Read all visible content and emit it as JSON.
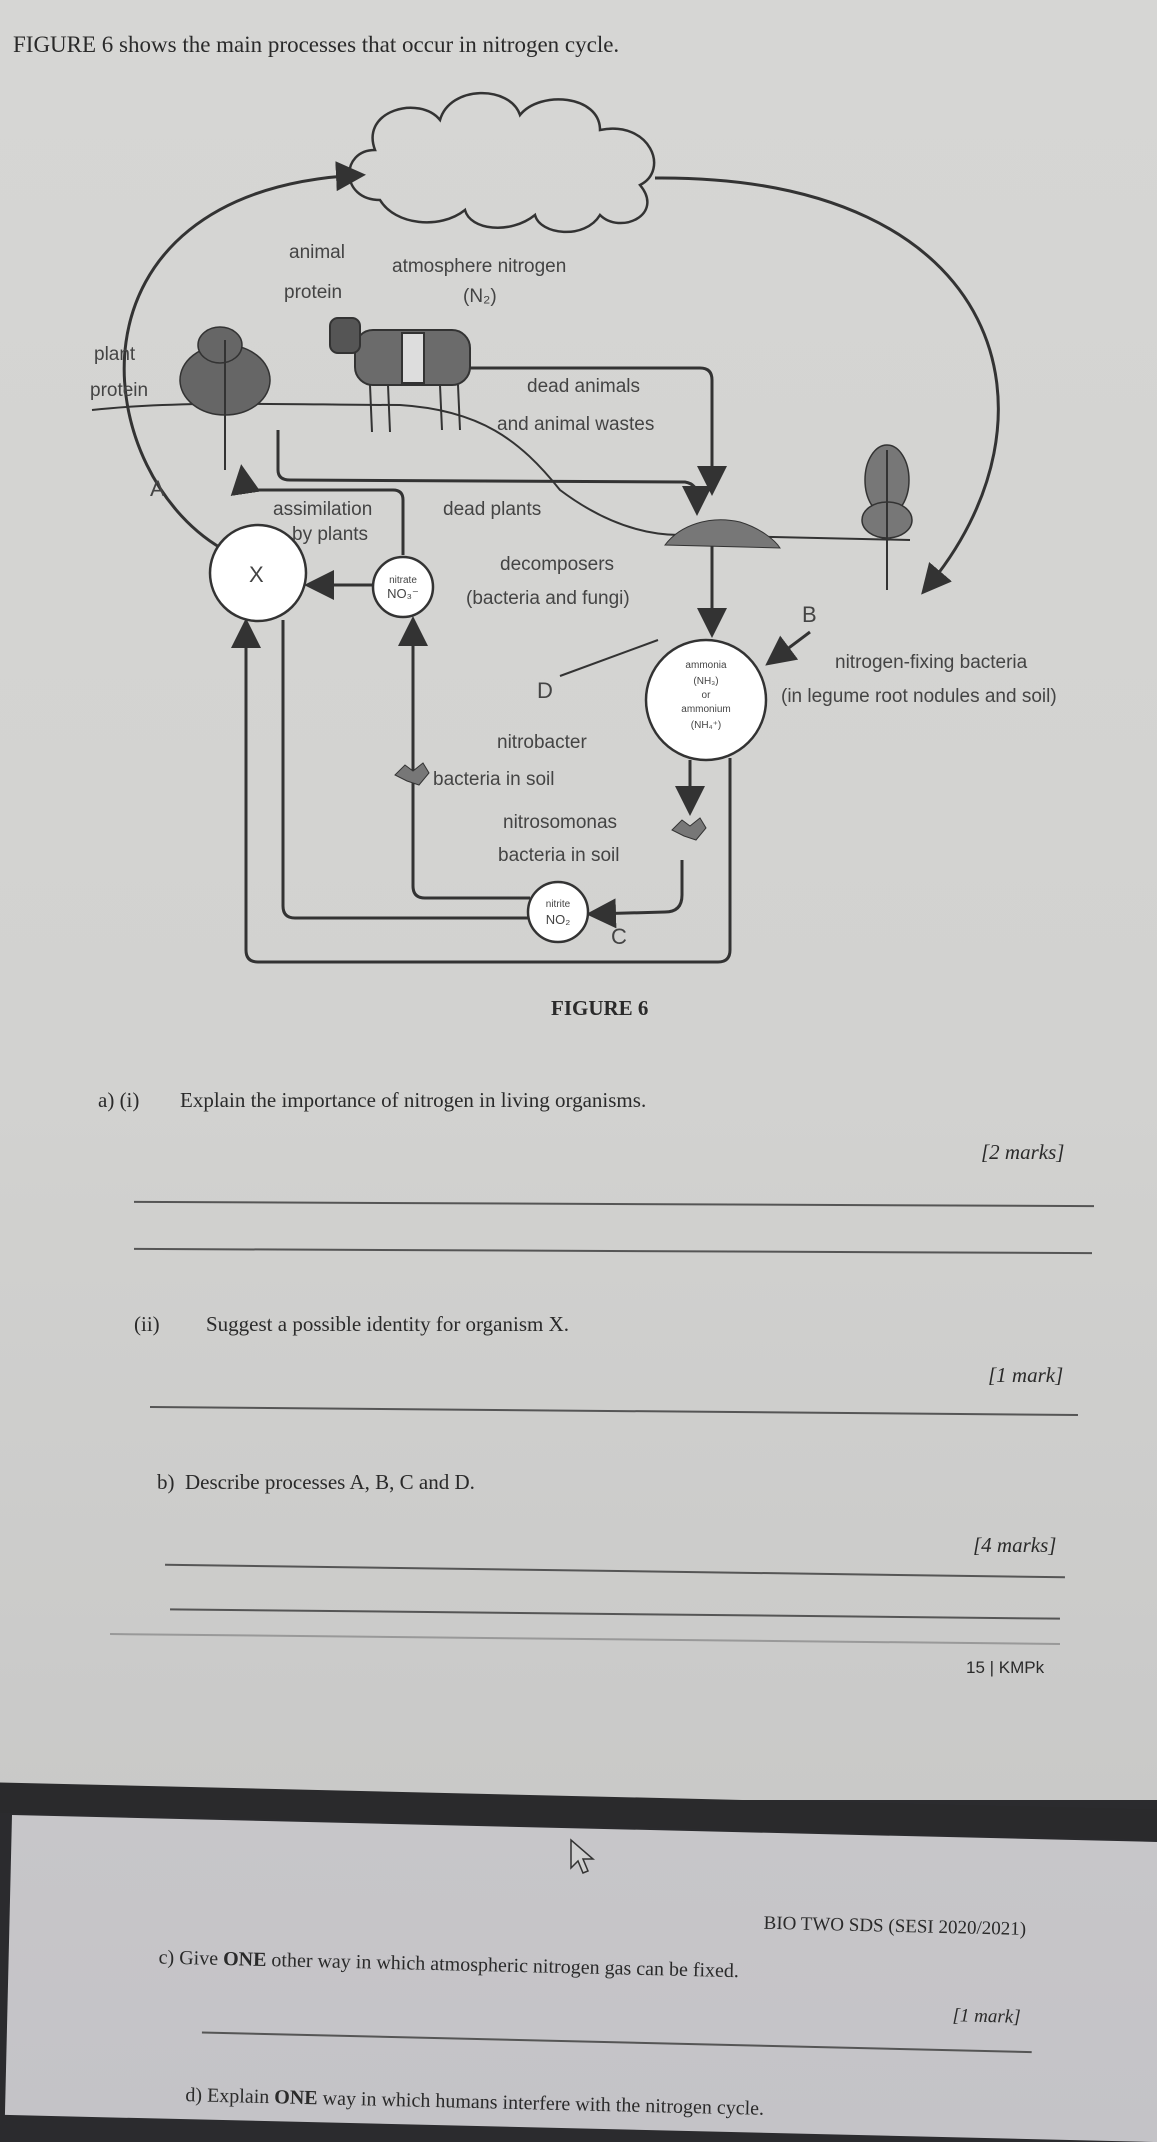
{
  "intro": "FIGURE 6 shows the main processes that occur in nitrogen cycle.",
  "diagram": {
    "animal_protein": [
      "animal",
      "protein"
    ],
    "atmosphere": "atmosphere nitrogen",
    "n2": "(N₂)",
    "plant_protein": [
      "plant",
      "protein"
    ],
    "dead_animals": [
      "dead animals",
      "and animal wastes"
    ],
    "assimilation": [
      "assimilation",
      "by plants"
    ],
    "dead_plants": "dead plants",
    "decomposers": [
      "decomposers",
      "(bacteria and fungi)"
    ],
    "label_a": "A",
    "label_b": "B",
    "label_c": "C",
    "label_d": "D",
    "label_x": "X",
    "nitrate": [
      "nitrate",
      "NO₃⁻"
    ],
    "ammonia": [
      "ammonia",
      "(NH₃)",
      "or",
      "ammonium",
      "(NH₄⁺)"
    ],
    "nitrite": [
      "nitrite",
      "NO₂"
    ],
    "nitrogen_fixing": [
      "nitrogen-fixing bacteria",
      "(in legume root nodules and soil)"
    ],
    "nitrobacter": [
      "nitrobacter",
      "bacteria in soil"
    ],
    "nitrosomonas": [
      "nitrosomonas",
      "bacteria in soil"
    ]
  },
  "figure_caption": "FIGURE 6",
  "questions": {
    "a_i": {
      "label": "a) (i)",
      "text": "Explain the importance of nitrogen in living organisms.",
      "marks": "[2 marks]"
    },
    "a_ii": {
      "label": "(ii)",
      "text": "Suggest a possible identity for organism X.",
      "marks": "[1 mark]"
    },
    "b": {
      "label": "b)",
      "text": "Describe processes A, B, C and D.",
      "marks": "[4 marks]"
    },
    "c": {
      "label": "c)",
      "pre": "Give",
      "bold": "ONE",
      "post": "other way in which atmospheric nitrogen gas can be fixed.",
      "marks": "[1 mark]"
    },
    "d": {
      "label": "d)",
      "pre": "Explain",
      "bold": "ONE",
      "post": "way in which humans interfere with the nitrogen cycle."
    }
  },
  "footer_page": "15 | KMPk",
  "header_page2": "BIO TWO SDS (SESI 2020/2021)"
}
